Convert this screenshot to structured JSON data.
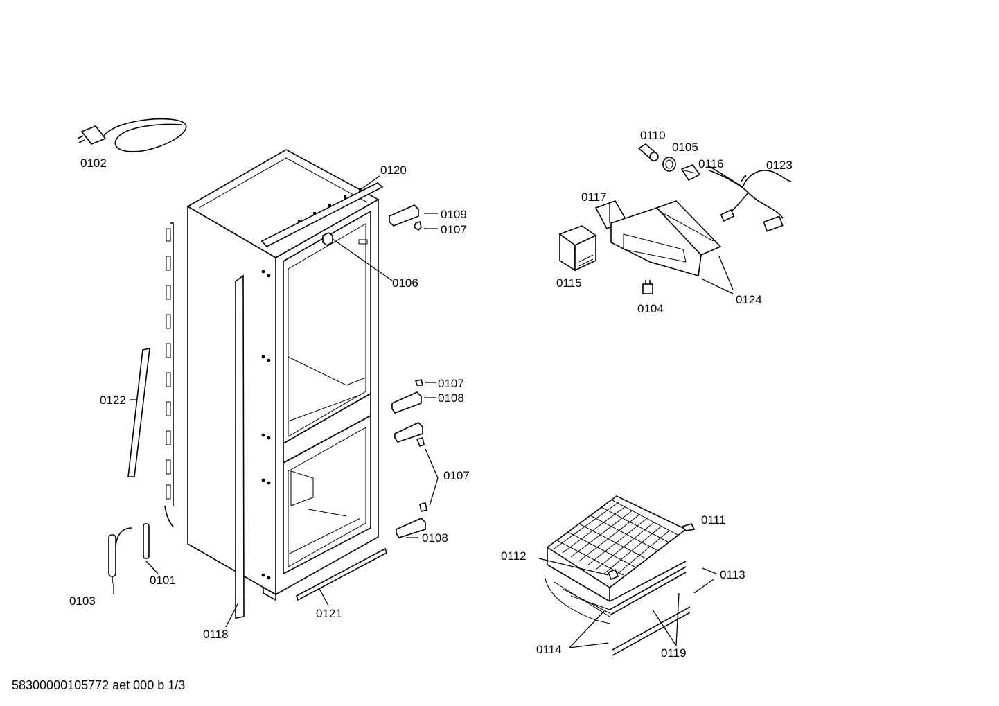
{
  "footer": "58300000105772 aet 000 b 1/3",
  "labels": {
    "p0102": "0102",
    "p0120": "0120",
    "p0109": "0109",
    "p0107_top": "0107",
    "p0106": "0106",
    "p0107_mid": "0107",
    "p0108_mid": "0108",
    "p0107_low": "0107",
    "p0108_low": "0108",
    "p0122": "0122",
    "p0103": "0103",
    "p0101": "0101",
    "p0118": "0118",
    "p0121": "0121",
    "p0110": "0110",
    "p0105": "0105",
    "p0116": "0116",
    "p0123": "0123",
    "p0117": "0117",
    "p0115": "0115",
    "p0104": "0104",
    "p0124": "0124",
    "p0111": "0111",
    "p0112": "0112",
    "p0113": "0113",
    "p0114": "0114",
    "p0119": "0119"
  }
}
